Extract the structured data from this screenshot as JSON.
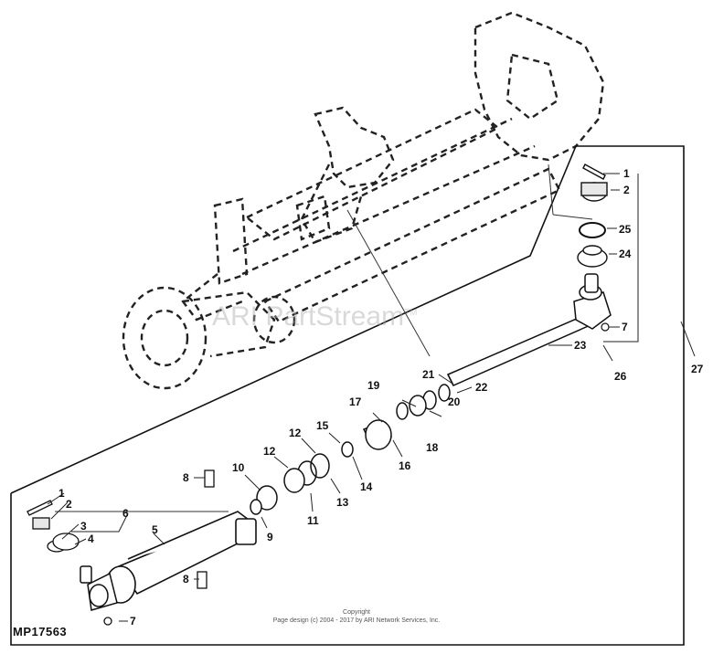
{
  "figure_id": "MP17563",
  "watermark": "ARI PartStream",
  "watermark_mark": "TM",
  "copyright_line1": "Copyright",
  "copyright_line2": "Page design (c) 2004 - 2017 by ARI Network Services, Inc.",
  "callouts": {
    "c1_top": "1",
    "c2_top": "2",
    "c25": "25",
    "c24": "24",
    "c7_top": "7",
    "c23": "23",
    "c26": "26",
    "c27": "27",
    "c21": "21",
    "c22": "22",
    "c19": "19",
    "c20": "20",
    "c17": "17",
    "c18": "18",
    "c15": "15",
    "c16": "16",
    "c12a": "12",
    "c14": "14",
    "c12b": "12",
    "c13": "13",
    "c10": "10",
    "c11": "11",
    "c9": "9",
    "c8a": "8",
    "c6": "6",
    "c1_left": "1",
    "c2_left": "2",
    "c3": "3",
    "c4": "4",
    "c5": "5",
    "c8b": "8",
    "c7_bottom": "7"
  }
}
